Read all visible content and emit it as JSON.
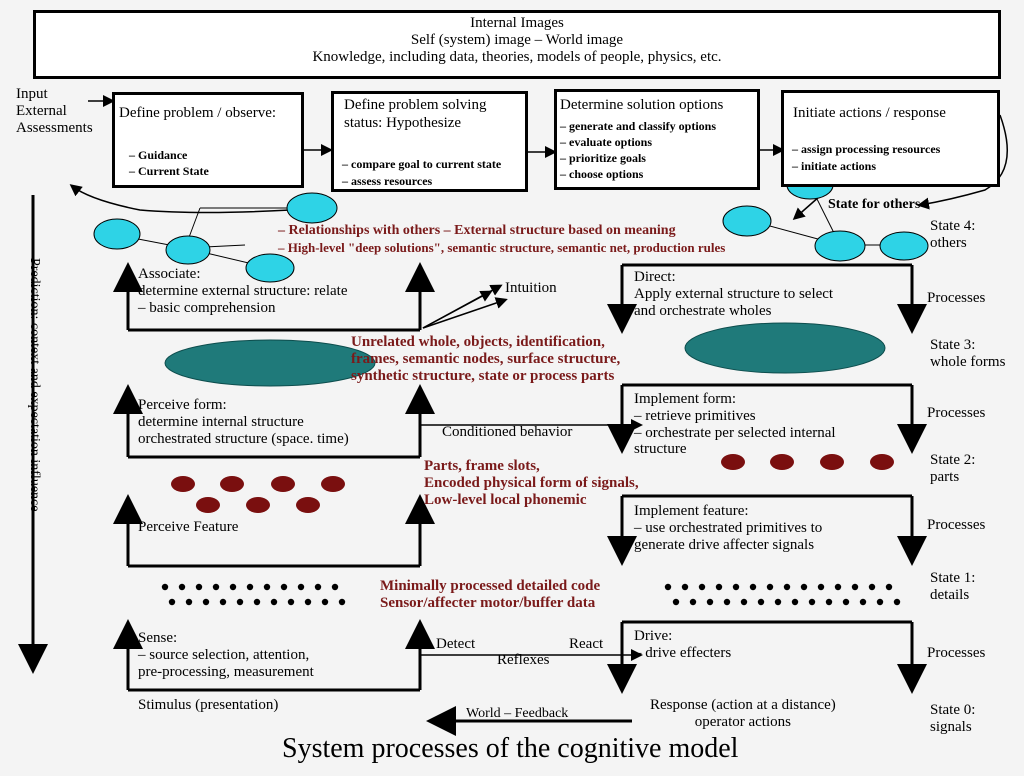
{
  "internal_images": {
    "line1": "Internal Images",
    "line2": "Self (system) image – World image",
    "line3": "Knowledge, including data, theories, models of people, physics, etc."
  },
  "input": {
    "line1": "Input",
    "line2": "External",
    "line3": "Assessments"
  },
  "box_define_problem": {
    "title": "Define problem / observe:",
    "items": [
      "– Guidance",
      "– Current State"
    ]
  },
  "box_define_status": {
    "title1": "Define problem solving",
    "title2": "status: Hypothesize",
    "items": [
      "– compare goal to current state",
      "– assess resources"
    ]
  },
  "box_solution": {
    "title": "Determine solution options",
    "items": [
      "– generate and classify options",
      "– evaluate options",
      "– prioritize goals",
      "– choose options"
    ]
  },
  "box_initiate": {
    "title": "Initiate actions / response",
    "items": [
      "– assign processing resources",
      "– initiate actions"
    ]
  },
  "state_for_others": "State for others",
  "relationships": {
    "line1": "– Relationships with others – External structure based on meaning",
    "line2": "– High-level \"deep solutions\", semantic structure, semantic net, production rules"
  },
  "states": {
    "s4": [
      "State 4:",
      "others"
    ],
    "s3": [
      "State 3:",
      "whole forms"
    ],
    "s2": [
      "State 2:",
      "parts"
    ],
    "s1": [
      "State 1:",
      "details"
    ],
    "s0": [
      "State 0:",
      "signals"
    ],
    "processes": "Processes"
  },
  "associate": [
    "Associate:",
    "determine external structure: relate",
    "– basic comprehension"
  ],
  "intuition": "Intuition",
  "direct": [
    "Direct:",
    "Apply external structure to select",
    "and orchestrate wholes"
  ],
  "wholes_text": [
    "Unrelated whole, objects, identification,",
    "frames, semantic nodes, surface structure,",
    "synthetic structure, state or process parts"
  ],
  "perceive_form": [
    "Perceive form:",
    "determine internal structure",
    "orchestrated structure (space. time)"
  ],
  "conditioned_behavior": "Conditioned behavior",
  "implement_form": [
    "Implement form:",
    "– retrieve primitives",
    "– orchestrate per selected internal",
    "structure"
  ],
  "parts_text": [
    "Parts, frame slots,",
    "Encoded physical form of signals,",
    "Low-level local phonemic"
  ],
  "perceive_feature": "Perceive Feature",
  "implement_feature": [
    "Implement feature:",
    "– use orchestrated primitives to",
    "generate drive affecter signals"
  ],
  "details_text": [
    "Minimally processed detailed code",
    "Sensor/affecter motor/buffer data"
  ],
  "sense": [
    "Sense:",
    "– source selection, attention,",
    "pre-processing, measurement"
  ],
  "detect": "Detect",
  "react": "React",
  "reflexes": "Reflexes",
  "drive": [
    "Drive:",
    "– drive effecters"
  ],
  "stimulus": "Stimulus (presentation)",
  "world_feedback": "World – Feedback",
  "response": [
    "Response (action at a distance)",
    "operator actions"
  ],
  "vertical_label": "Prediction: context and expectation influence",
  "caption": "System processes of the cognitive model",
  "colors": {
    "teal": "#1f7a7a",
    "cyan": "#2ed3e6",
    "maroon": "#7a0f0f",
    "red_text": "#7a1a1a"
  }
}
